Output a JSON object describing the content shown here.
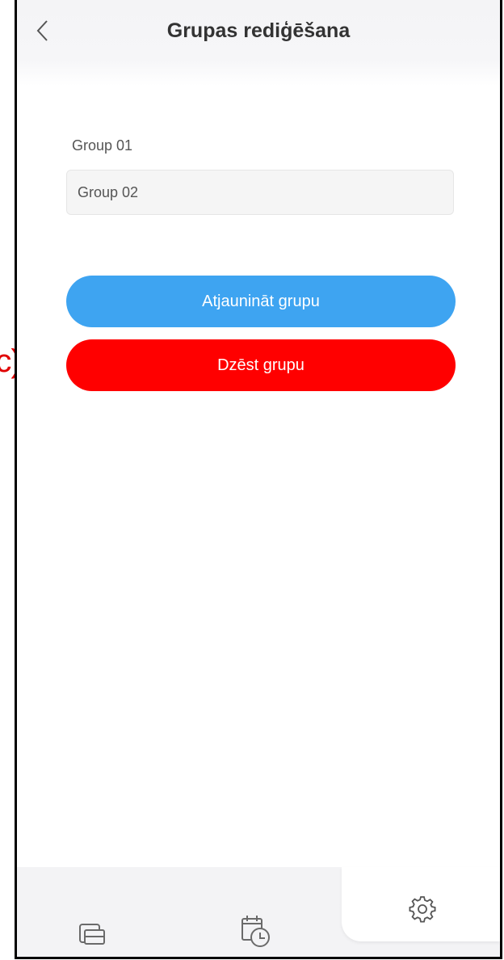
{
  "header": {
    "back_icon": "chevron-left-icon",
    "title": "Grupas rediģēšana"
  },
  "form": {
    "label": "Group 01",
    "group_name_value": "Group 02"
  },
  "buttons": {
    "update_label": "Atjaunināt grupu",
    "delete_label": "Dzēst grupu",
    "update_color": "#3ea4f1",
    "delete_color": "#ff0000"
  },
  "annotation": {
    "marker": "(c)"
  },
  "bottom_nav": {
    "items": [
      {
        "icon": "devices-icon",
        "active": false
      },
      {
        "icon": "schedule-icon",
        "active": false
      },
      {
        "icon": "settings-gear-icon",
        "active": true
      }
    ]
  }
}
